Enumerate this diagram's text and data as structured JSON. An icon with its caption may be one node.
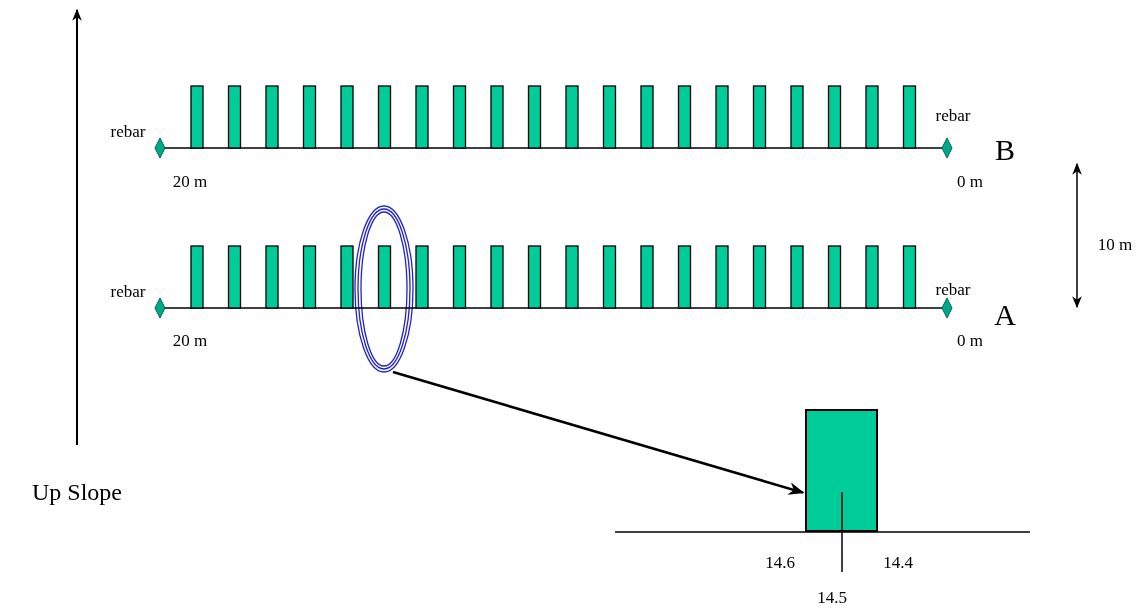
{
  "diagram": {
    "nodes": [
      {
        "text": [],
        "shape": "ellipse"
      },
      {
        "text": [],
        "shape": "box"
      }
    ],
    "edges": [
      {
        "from": 0,
        "to": 1,
        "arrow": "to"
      }
    ],
    "labels": [
      "rebar",
      "rebar",
      "B",
      "20 m",
      "0 m",
      "10 m",
      "rebar",
      "rebar",
      "A",
      "20 m",
      "0 m",
      "Up Slope",
      "14.6",
      "14.4",
      "14.5"
    ]
  }
}
